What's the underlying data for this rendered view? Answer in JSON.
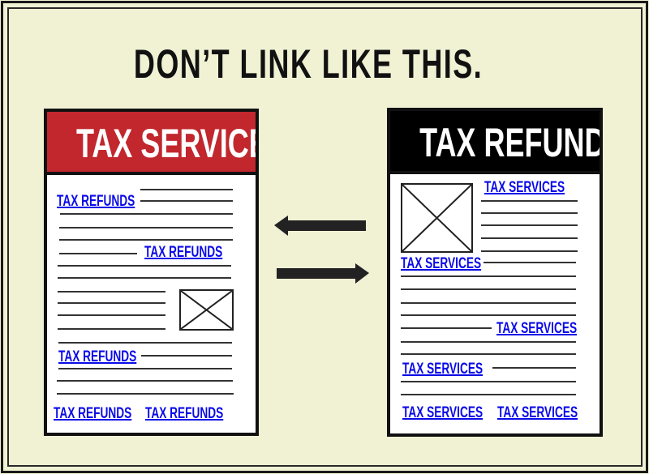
{
  "title": "DON’T LINK LIKE THIS.",
  "colors": {
    "background": "#f1f1d4",
    "left_header": "#c1272d",
    "right_header": "#000000",
    "link": "#0a0ae8"
  },
  "left_page": {
    "header": "TAX SERVICES",
    "links": [
      "TAX REFUNDS",
      "TAX REFUNDS",
      "TAX REFUNDS",
      "TAX REFUNDS",
      "TAX REFUNDS"
    ]
  },
  "right_page": {
    "header": "TAX REFUNDS",
    "links": [
      "TAX SERVICES",
      "TAX SERVICES",
      "TAX SERVICES",
      "TAX SERVICES",
      "TAX SERVICES",
      "TAX SERVICES"
    ]
  },
  "arrows": [
    "arrow-left",
    "arrow-right"
  ]
}
